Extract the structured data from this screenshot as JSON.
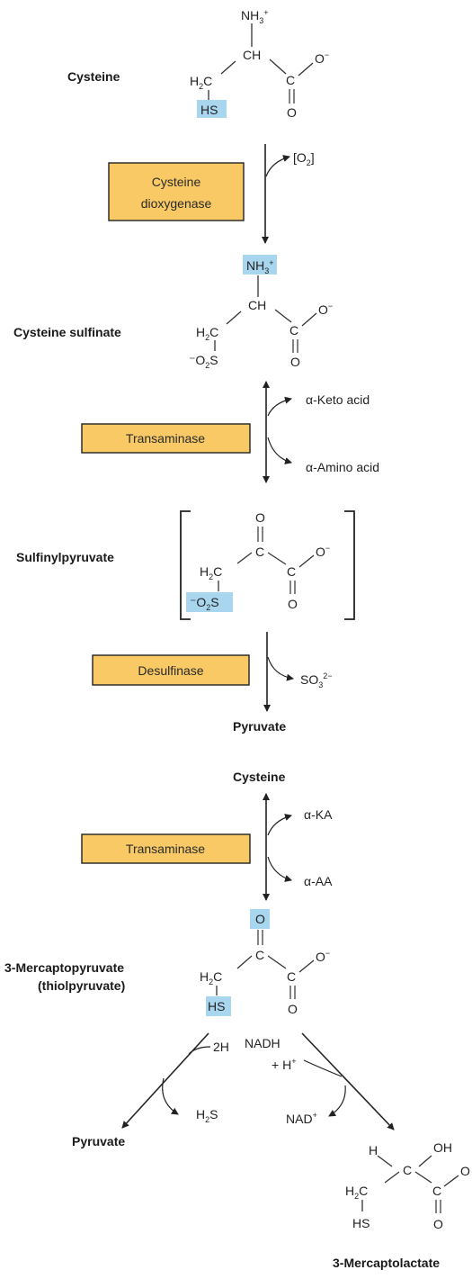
{
  "compounds": {
    "cysteine": "Cysteine",
    "cysteine_sulfinate": "Cysteine sulfinate",
    "sulfinylpyruvate": "Sulfinylpyruvate",
    "pyruvate": "Pyruvate",
    "cysteine_2": "Cysteine",
    "mercaptopyruvate_1": "3-Mercaptopyruvate",
    "mercaptopyruvate_2": "(thiolpyruvate)",
    "pyruvate_2": "Pyruvate",
    "mercaptolactate": "3-Mercaptolactate"
  },
  "enzymes": {
    "cysteine_dioxygenase_1": "Cysteine",
    "cysteine_dioxygenase_2": "dioxygenase",
    "transaminase_1": "Transaminase",
    "desulfinase": "Desulfinase",
    "transaminase_2": "Transaminase"
  },
  "cosubstrates": {
    "o2": "[O",
    "o2_sub": "2",
    "o2_close": "]",
    "keto_acid": "α-Keto acid",
    "amino_acid": "α-Amino acid",
    "so3": "SO",
    "so3_sub": "3",
    "so3_sup": "2−",
    "ka": "α-KA",
    "aa": "α-AA",
    "two_h": "2H",
    "h2s": "H",
    "h2s_sub": "2",
    "h2s_s": "S",
    "nadh": "NADH",
    "h_plus": "+ H",
    "h_plus_sup": "+",
    "nad": "NAD",
    "nad_sup": "+"
  },
  "atoms": {
    "nh3": "NH",
    "nh3_sub": "3",
    "nh3_sup": "+",
    "ch": "CH",
    "c": "C",
    "o": "O",
    "o_minus": "O",
    "minus": "−",
    "h2c": "H",
    "h2c_sub": "2",
    "h2c_c": "C",
    "hs": "HS",
    "so2_pre": "⁻O",
    "so2_sub": "2",
    "so2_s": "S",
    "h": "H",
    "oh": "OH"
  },
  "colors": {
    "enzyme_box": "#f8c965",
    "highlight": "#a9d6ef"
  }
}
